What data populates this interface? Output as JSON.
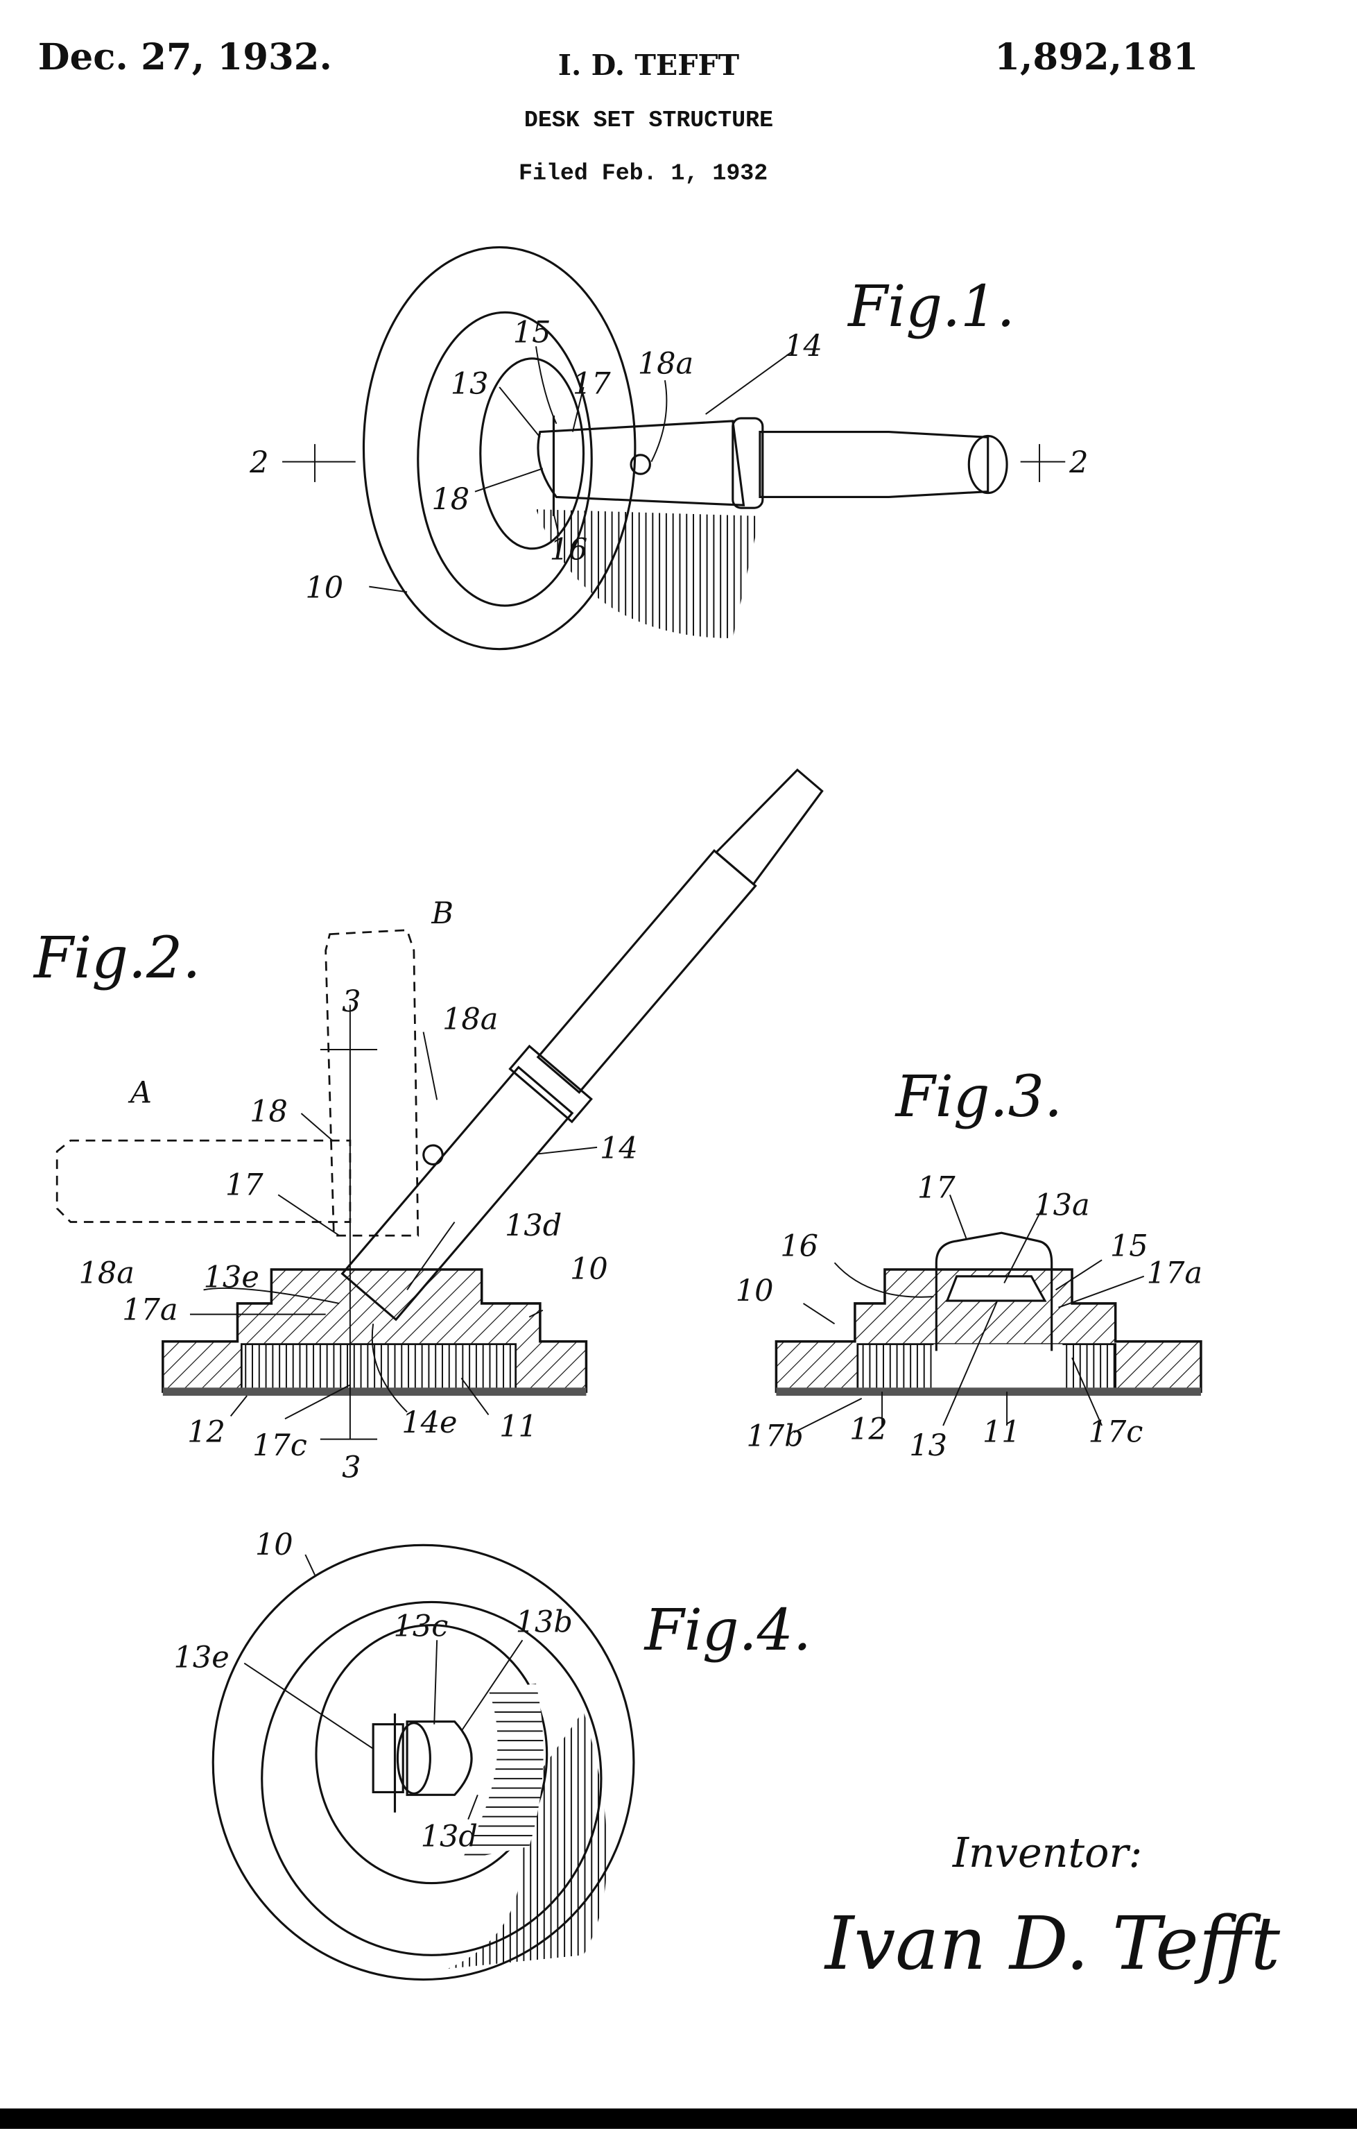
{
  "header": {
    "date": "Dec. 27, 1932.",
    "inventor_name": "I. D. TEFFT",
    "patent_number": "1,892,181",
    "title": "DESK SET STRUCTURE",
    "filed": "Filed Feb. 1, 1932"
  },
  "figures": {
    "fig1": {
      "title": "Fig.1.",
      "labels": [
        "15",
        "17",
        "18a",
        "14",
        "13",
        "18",
        "16",
        "10",
        "2",
        "2"
      ]
    },
    "fig2": {
      "title": "Fig.2.",
      "labels": [
        "B",
        "3",
        "18a",
        "A",
        "18",
        "14",
        "17",
        "13d",
        "18a",
        "13e",
        "10",
        "17a",
        "12",
        "17c",
        "14e",
        "11",
        "3"
      ]
    },
    "fig3": {
      "title": "Fig.3.",
      "labels": [
        "17",
        "13a",
        "16",
        "15",
        "17a",
        "10",
        "17b",
        "12",
        "13",
        "11",
        "17c"
      ]
    },
    "fig4": {
      "title": "Fig.4.",
      "labels": [
        "10",
        "13c",
        "13b",
        "13e",
        "13d"
      ]
    }
  },
  "inventor_block": {
    "caption": "Inventor:",
    "signature": "Ivan D. Tefft"
  }
}
